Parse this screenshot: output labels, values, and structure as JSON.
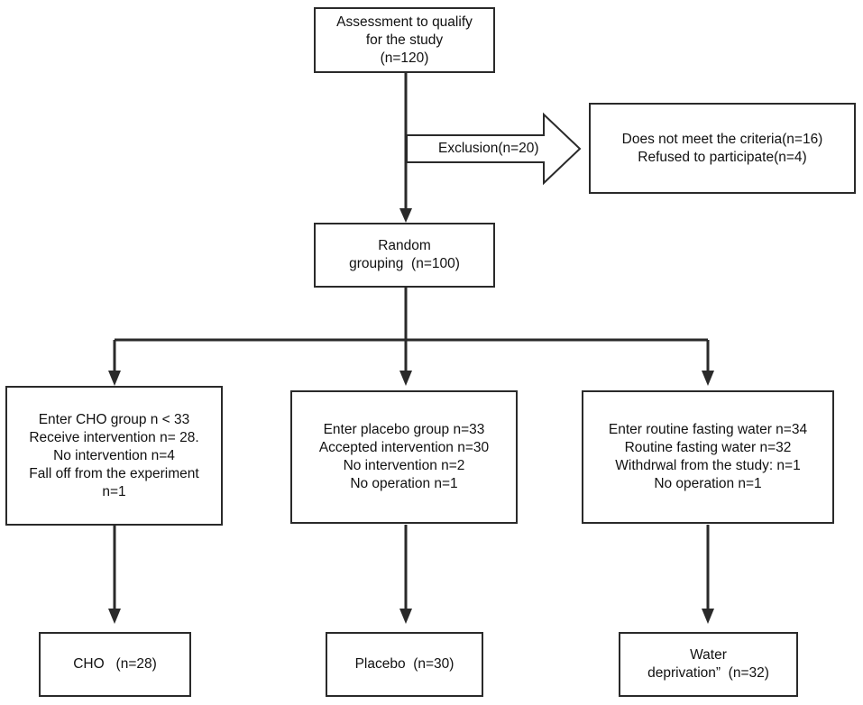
{
  "assessment": {
    "lines": [
      "Assessment to qualify",
      "for the study",
      "(n=120)"
    ]
  },
  "exclusion": {
    "arrow_label": "Exclusion(n=20)",
    "lines": [
      "Does not meet the criteria(n=16)",
      "Refused to participate(n=4)"
    ]
  },
  "random": {
    "lines": [
      "Random",
      "grouping  (n=100)"
    ]
  },
  "groups": [
    {
      "lines": [
        "Enter CHO group n < 33",
        "Receive intervention n= 28.",
        "No intervention n=4",
        "Fall off from the experiment",
        "n=1"
      ],
      "outcome": [
        "CHO   (n=28)"
      ]
    },
    {
      "lines": [
        "Enter placebo group n=33",
        "Accepted intervention n=30",
        "No intervention n=2",
        "No operation n=1"
      ],
      "outcome": [
        "Placebo  (n=30)"
      ]
    },
    {
      "lines": [
        "Enter routine fasting water n=34",
        "Routine fasting water n=32",
        "Withdrwal from the study: n=1",
        "No operation n=1"
      ],
      "outcome": [
        "Water",
        "deprivation”  (n=32)"
      ]
    }
  ],
  "colors": {
    "line": "#2a2a2a",
    "box_border": "#2a2a2a",
    "background": "#ffffff",
    "text": "#111111"
  }
}
